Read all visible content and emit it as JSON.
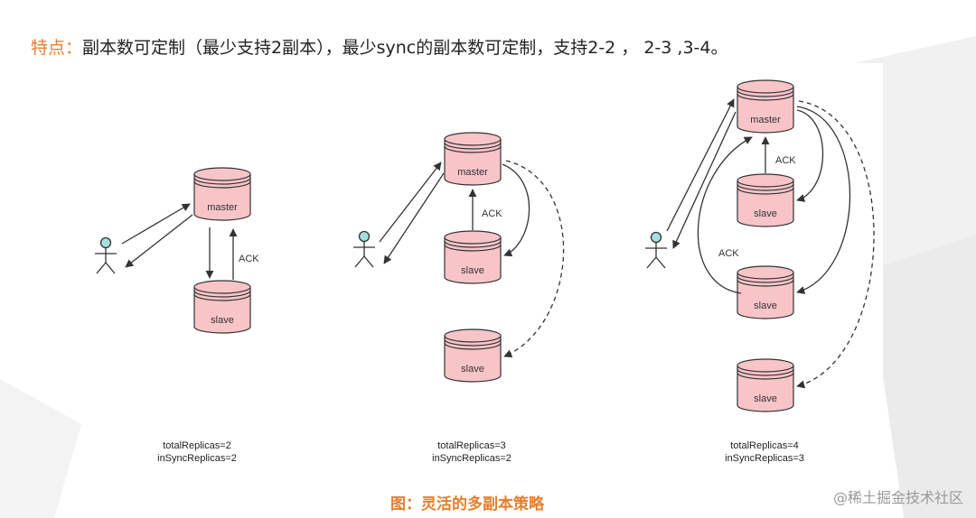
{
  "heading": {
    "label": "特点：",
    "text": "副本数可定制（最少支持2副本），最少sync的副本数可定制，支持2-2 ， 2-3 ,3-4。"
  },
  "diagrams": [
    {
      "nodes": {
        "master": "master",
        "slave1": "slave"
      },
      "ack": "ACK",
      "stats": {
        "total": "totalReplicas=2",
        "insync": "inSyncReplicas=2"
      }
    },
    {
      "nodes": {
        "master": "master",
        "slave1": "slave",
        "slave2": "slave"
      },
      "ack": "ACK",
      "stats": {
        "total": "totalReplicas=3",
        "insync": "inSyncReplicas=2"
      }
    },
    {
      "nodes": {
        "master": "master",
        "slave1": "slave",
        "slave2": "slave",
        "slave3": "slave"
      },
      "ack": "ACK",
      "ack2": "ACK",
      "stats": {
        "total": "totalReplicas=4",
        "insync": "inSyncReplicas=3"
      }
    }
  ],
  "caption": "图：灵活的多副本策略",
  "watermark": "@稀土掘金技术社区",
  "colors": {
    "accent": "#e3802f",
    "cylinder_fill": "#f7c4c8",
    "cylinder_stroke": "#333333",
    "person_head": "#a6dfe0"
  },
  "icons": [
    "person-icon",
    "database-cylinder-icon"
  ]
}
